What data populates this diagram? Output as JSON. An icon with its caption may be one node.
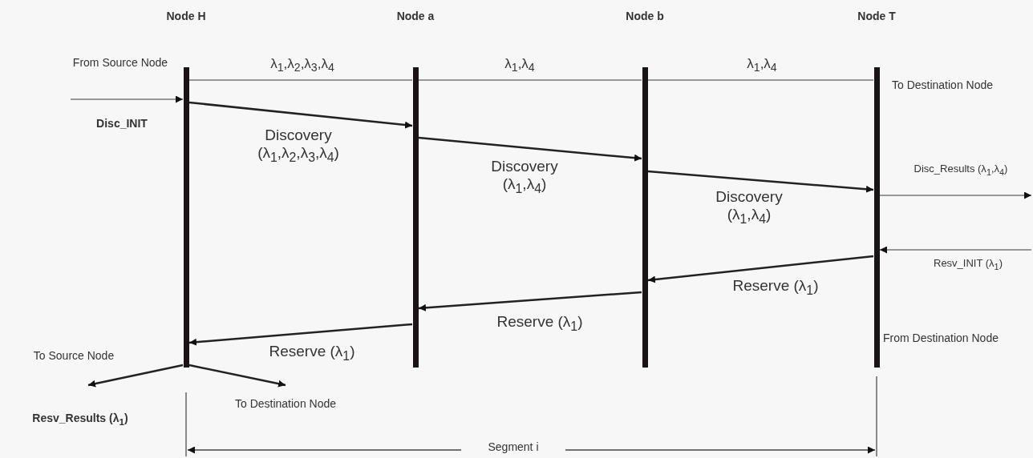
{
  "diagram": {
    "nodes": [
      {
        "text": [
          "Node H"
        ]
      },
      {
        "text": [
          "Node a"
        ]
      },
      {
        "text": [
          "Node b"
        ]
      },
      {
        "text": [
          "Node T"
        ]
      }
    ],
    "edges": [
      {
        "from": null,
        "to": 0,
        "arrow": "to",
        "label": "Disc_INIT"
      },
      {
        "from": 0,
        "to": 1,
        "arrow": "none",
        "label": "λ$_{1}$,λ$_{2}$,λ$_{3}$,λ$_{4}$"
      },
      {
        "from": 1,
        "to": 2,
        "arrow": "none",
        "label": "λ$_{1}$,λ$_{4}$"
      },
      {
        "from": 2,
        "to": 3,
        "arrow": "none",
        "label": "λ$_{1}$,λ$_{4}$"
      },
      {
        "from": 0,
        "to": 1,
        "arrow": "to",
        "label": "Discovery (λ$_{1}$,λ$_{2}$,λ$_{3}$,λ$_{4}$)"
      },
      {
        "from": 1,
        "to": 2,
        "arrow": "to",
        "label": "Discovery (λ$_{1}$,λ$_{4}$)"
      },
      {
        "from": 2,
        "to": 3,
        "arrow": "to",
        "label": "Discovery (λ$_{1}$,λ$_{4}$)"
      },
      {
        "from": 3,
        "to": null,
        "arrow": "to",
        "label": "Disc_Results (λ$_{1}$,λ$_{4}$)"
      },
      {
        "from": null,
        "to": 3,
        "arrow": "to",
        "label": "Resv_INIT (λ$_{1}$)"
      },
      {
        "from": 3,
        "to": 2,
        "arrow": "to",
        "label": "Reserve (λ$_{1}$)"
      },
      {
        "from": 2,
        "to": 1,
        "arrow": "to",
        "label": "Reserve (λ$_{1}$)"
      },
      {
        "from": 1,
        "to": 0,
        "arrow": "to",
        "label": "Reserve (λ$_{1}$)"
      },
      {
        "from": 0,
        "to": null,
        "arrow": "to",
        "label": "To Source Node"
      },
      {
        "from": 0,
        "to": null,
        "arrow": "to",
        "label": "To Destination Node"
      }
    ],
    "labels": [
      "From Source Node",
      "To Destination Node",
      "From Destination Node",
      "Resv_Results (λ$_{1}$)",
      "Segment i"
    ]
  }
}
